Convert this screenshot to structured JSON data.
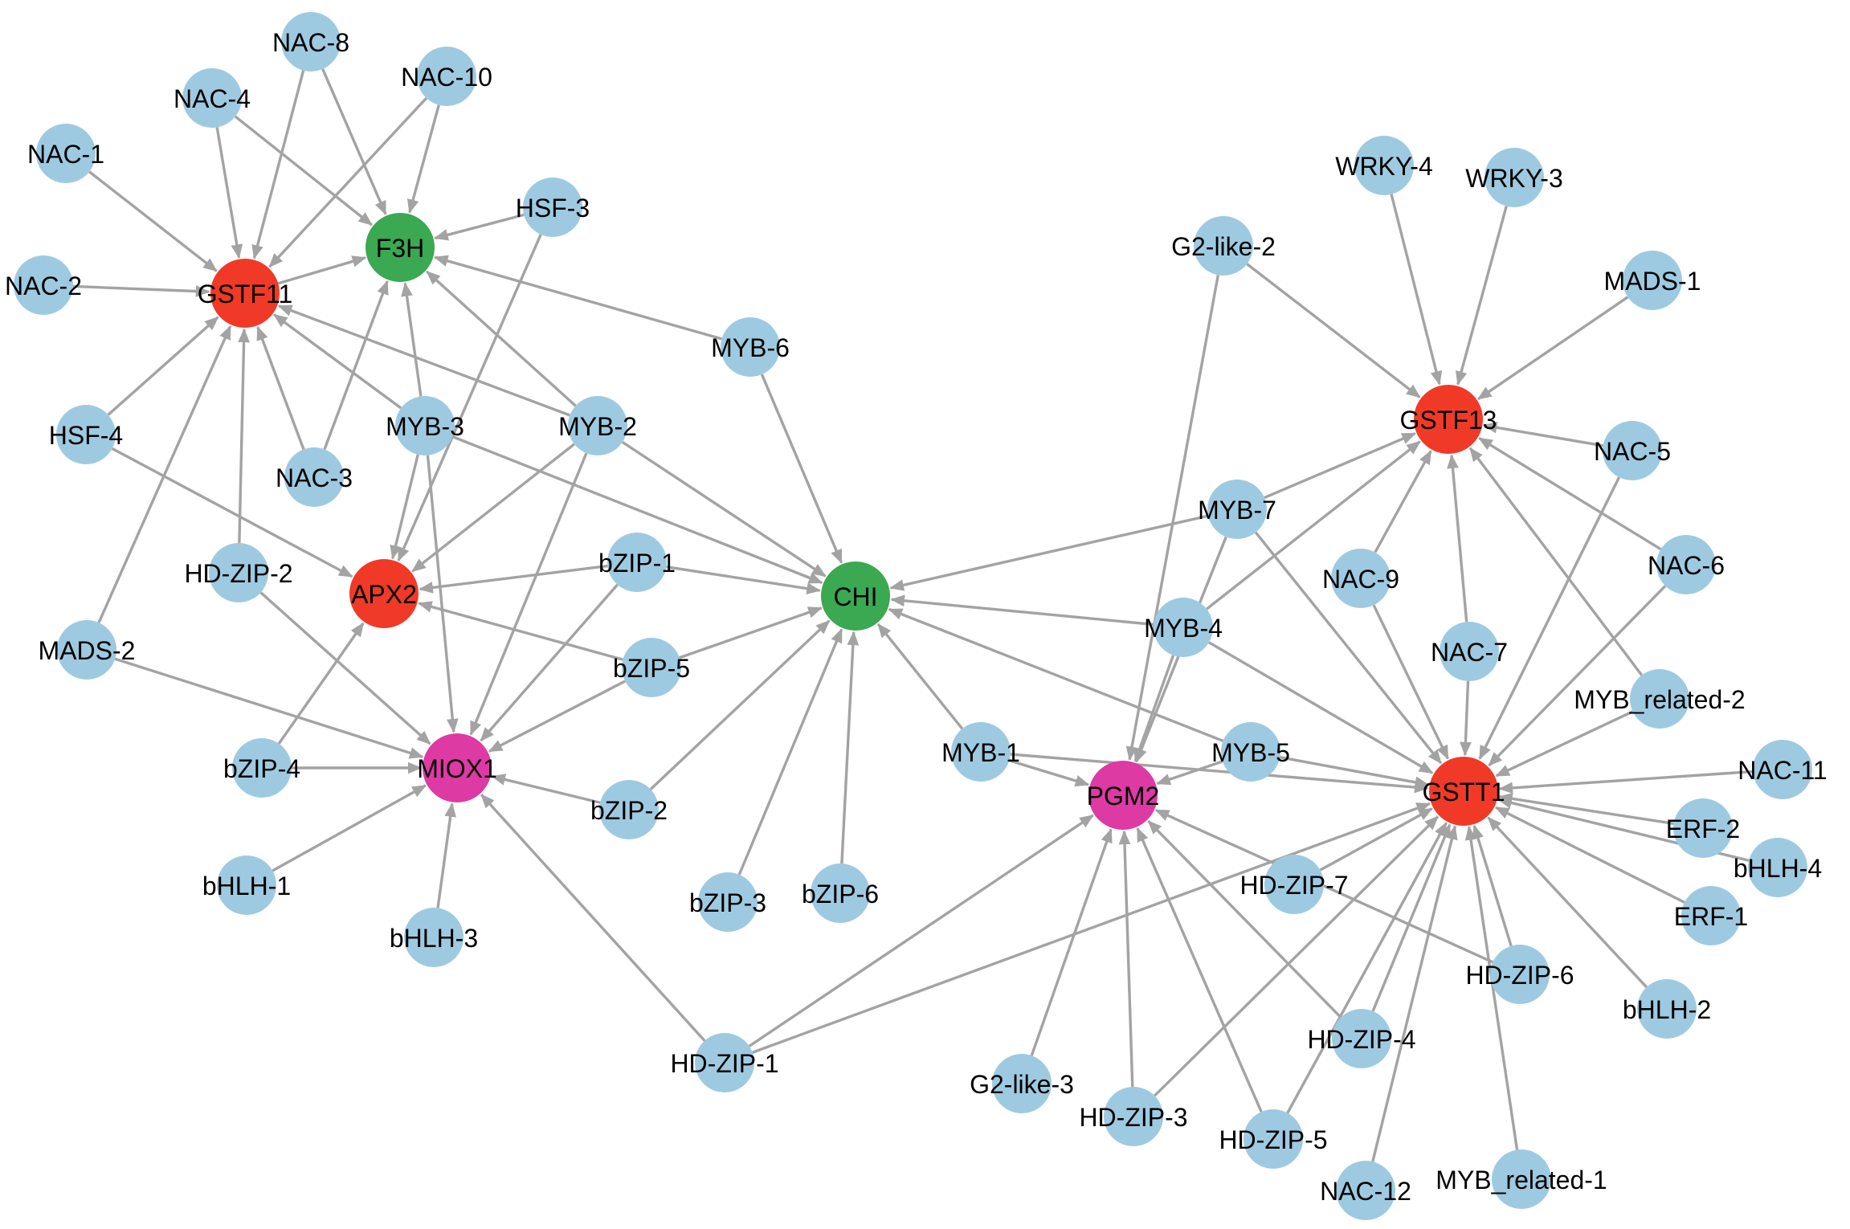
{
  "colors": {
    "tf": "#9ecae1",
    "red_target": "#f03a27",
    "green_target": "#3ba852",
    "magenta_target": "#dd3aa4",
    "edge": "#a3a3a3"
  },
  "nodes": [
    {
      "id": "NAC-8",
      "label": "NAC-8",
      "kind": "tf"
    },
    {
      "id": "NAC-10",
      "label": "NAC-10",
      "kind": "tf"
    },
    {
      "id": "NAC-4",
      "label": "NAC-4",
      "kind": "tf"
    },
    {
      "id": "NAC-1",
      "label": "NAC-1",
      "kind": "tf"
    },
    {
      "id": "NAC-2",
      "label": "NAC-2",
      "kind": "tf"
    },
    {
      "id": "GSTF11",
      "label": "GSTF11",
      "kind": "red_target"
    },
    {
      "id": "F3H",
      "label": "F3H",
      "kind": "green_target"
    },
    {
      "id": "HSF-3",
      "label": "HSF-3",
      "kind": "tf"
    },
    {
      "id": "HSF-4",
      "label": "HSF-4",
      "kind": "tf"
    },
    {
      "id": "MYB-3",
      "label": "MYB-3",
      "kind": "tf"
    },
    {
      "id": "MYB-2",
      "label": "MYB-2",
      "kind": "tf"
    },
    {
      "id": "NAC-3",
      "label": "NAC-3",
      "kind": "tf"
    },
    {
      "id": "MYB-6",
      "label": "MYB-6",
      "kind": "tf"
    },
    {
      "id": "HD-ZIP-2",
      "label": "HD-ZIP-2",
      "kind": "tf"
    },
    {
      "id": "APX2",
      "label": "APX2",
      "kind": "red_target"
    },
    {
      "id": "bZIP-1",
      "label": "bZIP-1",
      "kind": "tf"
    },
    {
      "id": "MADS-2",
      "label": "MADS-2",
      "kind": "tf"
    },
    {
      "id": "bZIP-5",
      "label": "bZIP-5",
      "kind": "tf"
    },
    {
      "id": "bZIP-4",
      "label": "bZIP-4",
      "kind": "tf"
    },
    {
      "id": "MIOX1",
      "label": "MIOX1",
      "kind": "magenta_target"
    },
    {
      "id": "bZIP-2",
      "label": "bZIP-2",
      "kind": "tf"
    },
    {
      "id": "bHLH-1",
      "label": "bHLH-1",
      "kind": "tf"
    },
    {
      "id": "bHLH-3",
      "label": "bHLH-3",
      "kind": "tf"
    },
    {
      "id": "bZIP-3",
      "label": "bZIP-3",
      "kind": "tf"
    },
    {
      "id": "bZIP-6",
      "label": "bZIP-6",
      "kind": "tf"
    },
    {
      "id": "CHI",
      "label": "CHI",
      "kind": "green_target"
    },
    {
      "id": "HD-ZIP-1",
      "label": "HD-ZIP-1",
      "kind": "tf"
    },
    {
      "id": "MYB-1",
      "label": "MYB-1",
      "kind": "tf"
    },
    {
      "id": "PGM2",
      "label": "PGM2",
      "kind": "magenta_target"
    },
    {
      "id": "MYB-5",
      "label": "MYB-5",
      "kind": "tf"
    },
    {
      "id": "MYB-4",
      "label": "MYB-4",
      "kind": "tf"
    },
    {
      "id": "MYB-7",
      "label": "MYB-7",
      "kind": "tf"
    },
    {
      "id": "G2-like-2",
      "label": "G2-like-2",
      "kind": "tf"
    },
    {
      "id": "WRKY-4",
      "label": "WRKY-4",
      "kind": "tf"
    },
    {
      "id": "WRKY-3",
      "label": "WRKY-3",
      "kind": "tf"
    },
    {
      "id": "MADS-1",
      "label": "MADS-1",
      "kind": "tf"
    },
    {
      "id": "GSTF13",
      "label": "GSTF13",
      "kind": "red_target"
    },
    {
      "id": "NAC-5",
      "label": "NAC-5",
      "kind": "tf"
    },
    {
      "id": "NAC-9",
      "label": "NAC-9",
      "kind": "tf"
    },
    {
      "id": "NAC-6",
      "label": "NAC-6",
      "kind": "tf"
    },
    {
      "id": "NAC-7",
      "label": "NAC-7",
      "kind": "tf"
    },
    {
      "id": "MYB_related-2",
      "label": "MYB_related-2",
      "kind": "tf"
    },
    {
      "id": "GSTT1",
      "label": "GSTT1",
      "kind": "red_target"
    },
    {
      "id": "NAC-11",
      "label": "NAC-11",
      "kind": "tf"
    },
    {
      "id": "ERF-2",
      "label": "ERF-2",
      "kind": "tf"
    },
    {
      "id": "bHLH-4",
      "label": "bHLH-4",
      "kind": "tf"
    },
    {
      "id": "ERF-1",
      "label": "ERF-1",
      "kind": "tf"
    },
    {
      "id": "HD-ZIP-7",
      "label": "HD-ZIP-7",
      "kind": "tf"
    },
    {
      "id": "HD-ZIP-6",
      "label": "HD-ZIP-6",
      "kind": "tf"
    },
    {
      "id": "bHLH-2",
      "label": "bHLH-2",
      "kind": "tf"
    },
    {
      "id": "HD-ZIP-4",
      "label": "HD-ZIP-4",
      "kind": "tf"
    },
    {
      "id": "G2-like-3",
      "label": "G2-like-3",
      "kind": "tf"
    },
    {
      "id": "HD-ZIP-3",
      "label": "HD-ZIP-3",
      "kind": "tf"
    },
    {
      "id": "HD-ZIP-5",
      "label": "HD-ZIP-5",
      "kind": "tf"
    },
    {
      "id": "NAC-12",
      "label": "NAC-12",
      "kind": "tf"
    },
    {
      "id": "MYB_related-1",
      "label": "MYB_related-1",
      "kind": "tf"
    }
  ],
  "edges": [
    [
      "NAC-1",
      "GSTF11"
    ],
    [
      "NAC-2",
      "GSTF11"
    ],
    [
      "NAC-4",
      "GSTF11"
    ],
    [
      "NAC-8",
      "GSTF11"
    ],
    [
      "NAC-10",
      "GSTF11"
    ],
    [
      "HSF-4",
      "GSTF11"
    ],
    [
      "HD-ZIP-2",
      "GSTF11"
    ],
    [
      "NAC-3",
      "GSTF11"
    ],
    [
      "MADS-2",
      "GSTF11"
    ],
    [
      "MYB-3",
      "GSTF11"
    ],
    [
      "MYB-2",
      "GSTF11"
    ],
    [
      "NAC-4",
      "F3H"
    ],
    [
      "NAC-8",
      "F3H"
    ],
    [
      "NAC-10",
      "F3H"
    ],
    [
      "HSF-3",
      "F3H"
    ],
    [
      "GSTF11",
      "F3H"
    ],
    [
      "NAC-3",
      "F3H"
    ],
    [
      "MYB-3",
      "F3H"
    ],
    [
      "MYB-2",
      "F3H"
    ],
    [
      "MYB-6",
      "F3H"
    ],
    [
      "HSF-4",
      "APX2"
    ],
    [
      "HSF-3",
      "APX2"
    ],
    [
      "MYB-3",
      "APX2"
    ],
    [
      "MYB-2",
      "APX2"
    ],
    [
      "bZIP-1",
      "APX2"
    ],
    [
      "bZIP-5",
      "APX2"
    ],
    [
      "bZIP-4",
      "APX2"
    ],
    [
      "HD-ZIP-2",
      "MIOX1"
    ],
    [
      "MADS-2",
      "MIOX1"
    ],
    [
      "bZIP-4",
      "MIOX1"
    ],
    [
      "bHLH-1",
      "MIOX1"
    ],
    [
      "bHLH-3",
      "MIOX1"
    ],
    [
      "bZIP-2",
      "MIOX1"
    ],
    [
      "bZIP-1",
      "MIOX1"
    ],
    [
      "bZIP-5",
      "MIOX1"
    ],
    [
      "MYB-3",
      "MIOX1"
    ],
    [
      "MYB-2",
      "MIOX1"
    ],
    [
      "HD-ZIP-1",
      "MIOX1"
    ],
    [
      "MYB-6",
      "CHI"
    ],
    [
      "MYB-2",
      "CHI"
    ],
    [
      "MYB-3",
      "CHI"
    ],
    [
      "bZIP-1",
      "CHI"
    ],
    [
      "bZIP-5",
      "CHI"
    ],
    [
      "bZIP-2",
      "CHI"
    ],
    [
      "bZIP-3",
      "CHI"
    ],
    [
      "bZIP-6",
      "CHI"
    ],
    [
      "MYB-1",
      "CHI"
    ],
    [
      "MYB-7",
      "CHI"
    ],
    [
      "MYB-4",
      "CHI"
    ],
    [
      "MYB-5",
      "CHI"
    ],
    [
      "MYB-1",
      "PGM2"
    ],
    [
      "MYB-5",
      "PGM2"
    ],
    [
      "MYB-4",
      "PGM2"
    ],
    [
      "MYB-7",
      "PGM2"
    ],
    [
      "G2-like-2",
      "PGM2"
    ],
    [
      "HD-ZIP-1",
      "PGM2"
    ],
    [
      "G2-like-3",
      "PGM2"
    ],
    [
      "HD-ZIP-3",
      "PGM2"
    ],
    [
      "HD-ZIP-5",
      "PGM2"
    ],
    [
      "HD-ZIP-4",
      "PGM2"
    ],
    [
      "HD-ZIP-6",
      "PGM2"
    ],
    [
      "WRKY-4",
      "GSTF13"
    ],
    [
      "WRKY-3",
      "GSTF13"
    ],
    [
      "MADS-1",
      "GSTF13"
    ],
    [
      "G2-like-2",
      "GSTF13"
    ],
    [
      "NAC-5",
      "GSTF13"
    ],
    [
      "NAC-6",
      "GSTF13"
    ],
    [
      "NAC-9",
      "GSTF13"
    ],
    [
      "NAC-7",
      "GSTF13"
    ],
    [
      "MYB-7",
      "GSTF13"
    ],
    [
      "MYB-4",
      "GSTF13"
    ],
    [
      "MYB_related-2",
      "GSTF13"
    ],
    [
      "MYB-7",
      "GSTT1"
    ],
    [
      "MYB-4",
      "GSTT1"
    ],
    [
      "MYB-5",
      "GSTT1"
    ],
    [
      "MYB-1",
      "GSTT1"
    ],
    [
      "NAC-9",
      "GSTT1"
    ],
    [
      "NAC-7",
      "GSTT1"
    ],
    [
      "NAC-6",
      "GSTT1"
    ],
    [
      "NAC-5",
      "GSTT1"
    ],
    [
      "MYB_related-2",
      "GSTT1"
    ],
    [
      "NAC-11",
      "GSTT1"
    ],
    [
      "ERF-2",
      "GSTT1"
    ],
    [
      "bHLH-4",
      "GSTT1"
    ],
    [
      "ERF-1",
      "GSTT1"
    ],
    [
      "bHLH-2",
      "GSTT1"
    ],
    [
      "HD-ZIP-6",
      "GSTT1"
    ],
    [
      "MYB_related-1",
      "GSTT1"
    ],
    [
      "NAC-12",
      "GSTT1"
    ],
    [
      "HD-ZIP-4",
      "GSTT1"
    ],
    [
      "HD-ZIP-5",
      "GSTT1"
    ],
    [
      "HD-ZIP-3",
      "GSTT1"
    ],
    [
      "HD-ZIP-7",
      "GSTT1"
    ],
    [
      "HD-ZIP-1",
      "GSTT1"
    ]
  ]
}
